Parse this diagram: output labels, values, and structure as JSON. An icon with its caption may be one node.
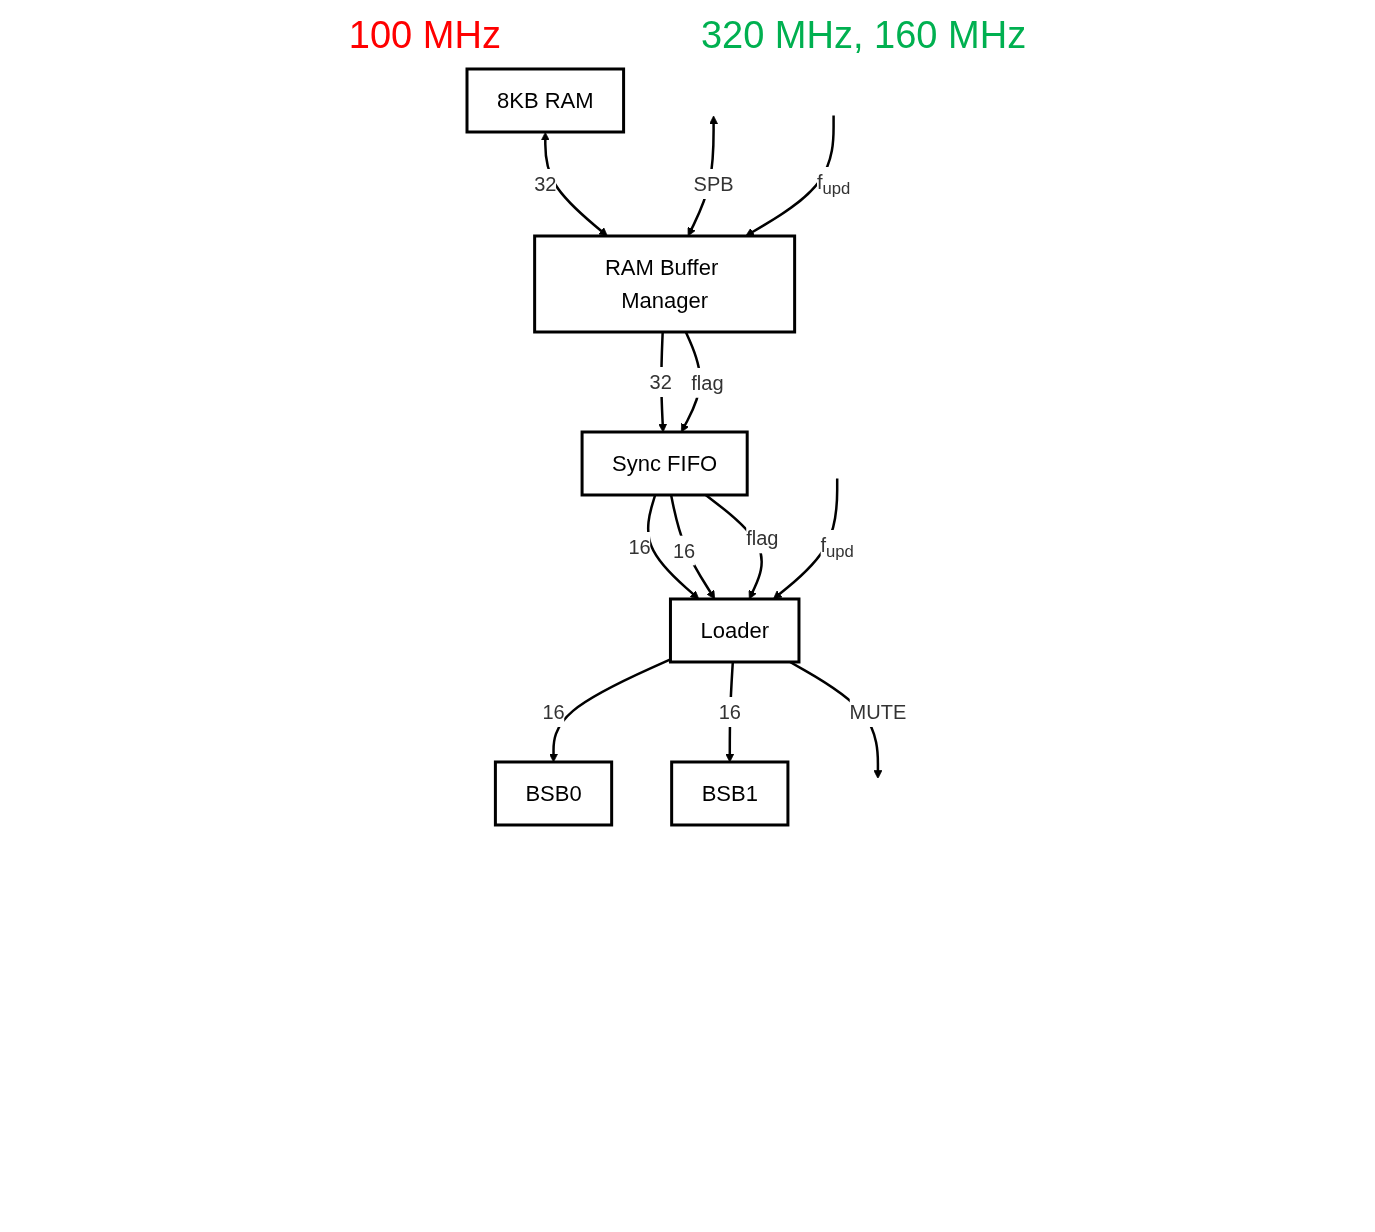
{
  "diagram": {
    "nodes": [
      {
        "text": [
          "8KB RAM"
        ]
      },
      {
        "text": [
          "RAM Buffer Manager"
        ]
      },
      {
        "text": [
          "Sync FIFO"
        ]
      },
      {
        "text": [
          "Loader"
        ]
      },
      {
        "text": [
          "BSB0"
        ]
      },
      {
        "text": [
          "BSB1"
        ]
      }
    ],
    "edges": [
      {
        "from": 0,
        "to": 1,
        "arrow": "both",
        "label": "32"
      },
      {
        "from": null,
        "to": 1,
        "arrow": "both",
        "label": "SPB"
      },
      {
        "from": null,
        "to": 1,
        "arrow": "to",
        "label": "f$_{upd}$"
      },
      {
        "from": 1,
        "to": 2,
        "arrow": "to",
        "label": "32"
      },
      {
        "from": 1,
        "to": 2,
        "arrow": "to",
        "label": "flag"
      },
      {
        "from": 2,
        "to": 3,
        "arrow": "to",
        "label": "16"
      },
      {
        "from": 2,
        "to": 3,
        "arrow": "to",
        "label": "16"
      },
      {
        "from": 2,
        "to": 3,
        "arrow": "to",
        "label": "flag"
      },
      {
        "from": null,
        "to": 3,
        "arrow": "to",
        "label": "f$_{upd}$"
      },
      {
        "from": 3,
        "to": 4,
        "arrow": "to",
        "label": "16"
      },
      {
        "from": 3,
        "to": 5,
        "arrow": "to",
        "label": "16"
      },
      {
        "from": 3,
        "to": null,
        "arrow": "to",
        "label": "MUTE"
      }
    ],
    "labels": [
      "100 MHz",
      "320 MHz, 160 MHz"
    ]
  }
}
